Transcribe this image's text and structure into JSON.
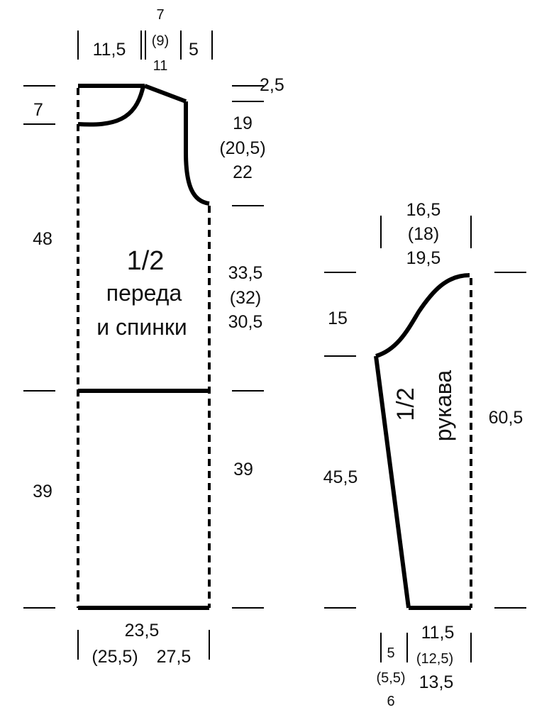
{
  "body_piece": {
    "title_line1": "1/2",
    "title_line2": "переда",
    "title_line3": "и спинки",
    "top_left_width": "11,5",
    "neck_width": [
      "7",
      "(9)",
      "11"
    ],
    "shoulder_width": "5",
    "shoulder_drop": "2,5",
    "neck_depth": "7",
    "armhole_depth": [
      "19",
      "(20,5)",
      "22"
    ],
    "upper_length": "48",
    "side_length": [
      "33,5",
      "(32)",
      "30,5"
    ],
    "lower_left": "39",
    "lower_right": "39",
    "bottom_width": [
      "23,5",
      "(25,5)",
      "27,5"
    ]
  },
  "sleeve_piece": {
    "title_line1": "1/2",
    "title_line2": "рукава",
    "top_width": [
      "16,5",
      "(18)",
      "19,5"
    ],
    "cap_height": "15",
    "seam_length": "45,5",
    "total_length": "60,5",
    "cuff_left": [
      "5",
      "(5,5)",
      "6"
    ],
    "cuff_right": [
      "11,5",
      "(12,5)",
      "13,5"
    ]
  }
}
